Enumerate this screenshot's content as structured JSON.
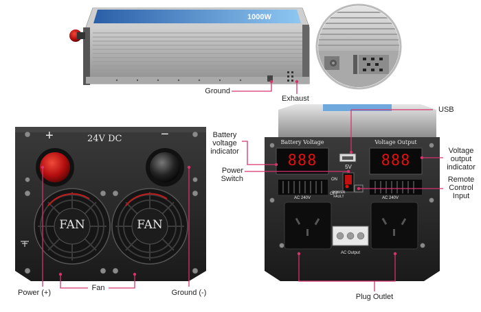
{
  "panel_left": {
    "rating_text": "24V DC",
    "plus_symbol": "+",
    "minus_symbol": "−",
    "fan_left_text": "FAN",
    "fan_right_text": "FAN"
  },
  "panel_right": {
    "battery_voltage_text": "Battery Voltage",
    "voltage_output_text": "Voltage Output",
    "battery_display": "888",
    "output_display": "888",
    "usb_voltage": "5V",
    "switch_on": "ON",
    "switch_off": "OFF",
    "ac_left": "AC 240V",
    "ac_right": "AC 240V",
    "power_fault": "POWER\nFAULT",
    "ac_output": "AC Output"
  },
  "top_unit": {
    "banner_text": "1000W"
  },
  "callouts": {
    "ground": "Ground",
    "exhaust": "Exhaust",
    "usb": "USB",
    "battery_voltage_indicator": "Battery\nvoltage\nindicator",
    "power_switch": "Power\nSwitch",
    "voltage_output_indicator": "Voltage\noutput\nindicator",
    "remote_control_input": "Remote\nControl\nInput",
    "power_plus": "Power (+)",
    "fan": "Fan",
    "ground_minus": "Ground (-)",
    "plug_outlet": "Plug Outlet"
  },
  "colors": {
    "callout_line": "#d6336c",
    "panel_dark": "#262626",
    "led_red": "#e01010"
  }
}
